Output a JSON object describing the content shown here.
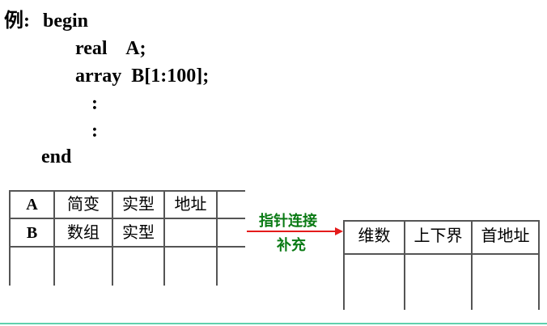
{
  "code": {
    "label": "例:",
    "lines": [
      "begin",
      "real    A;",
      "array  B[1:100];",
      ":",
      ":",
      "end"
    ]
  },
  "symbol_table": {
    "rows": [
      [
        "A",
        "简变",
        "实型",
        "地址",
        ""
      ],
      [
        "B",
        "数组",
        "实型",
        "",
        ""
      ],
      [
        "",
        "",
        "",
        "",
        ""
      ]
    ]
  },
  "arrow": {
    "label_top": "指针连接",
    "label_bottom": "补充",
    "color": "#e41b1b",
    "label_color": "#0a7a14"
  },
  "info_vector": {
    "headers": [
      "维数",
      "上下界",
      "首地址"
    ],
    "rows": [
      [
        "",
        "",
        ""
      ]
    ]
  },
  "bottom_rule_color": "#5fd1ad"
}
